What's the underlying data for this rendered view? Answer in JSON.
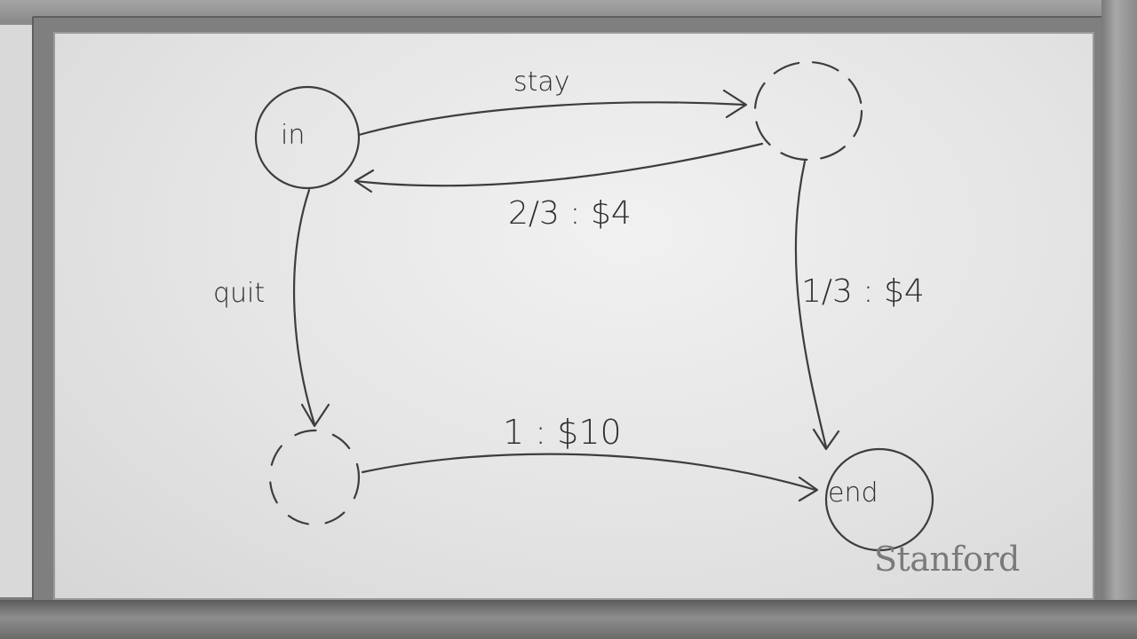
{
  "diagram": {
    "nodes": {
      "in": "in",
      "end": "end"
    },
    "edges": {
      "stay": "stay",
      "return": "2/3 : $4",
      "quit": "quit",
      "to_end_right": "1/3 : $4",
      "to_end_bottom": "1 : $10"
    }
  },
  "watermark": "Stanford",
  "colors": {
    "ink": "#3d3d3d",
    "board": "#e6e6e6",
    "watermark": "#7a7a7a"
  }
}
